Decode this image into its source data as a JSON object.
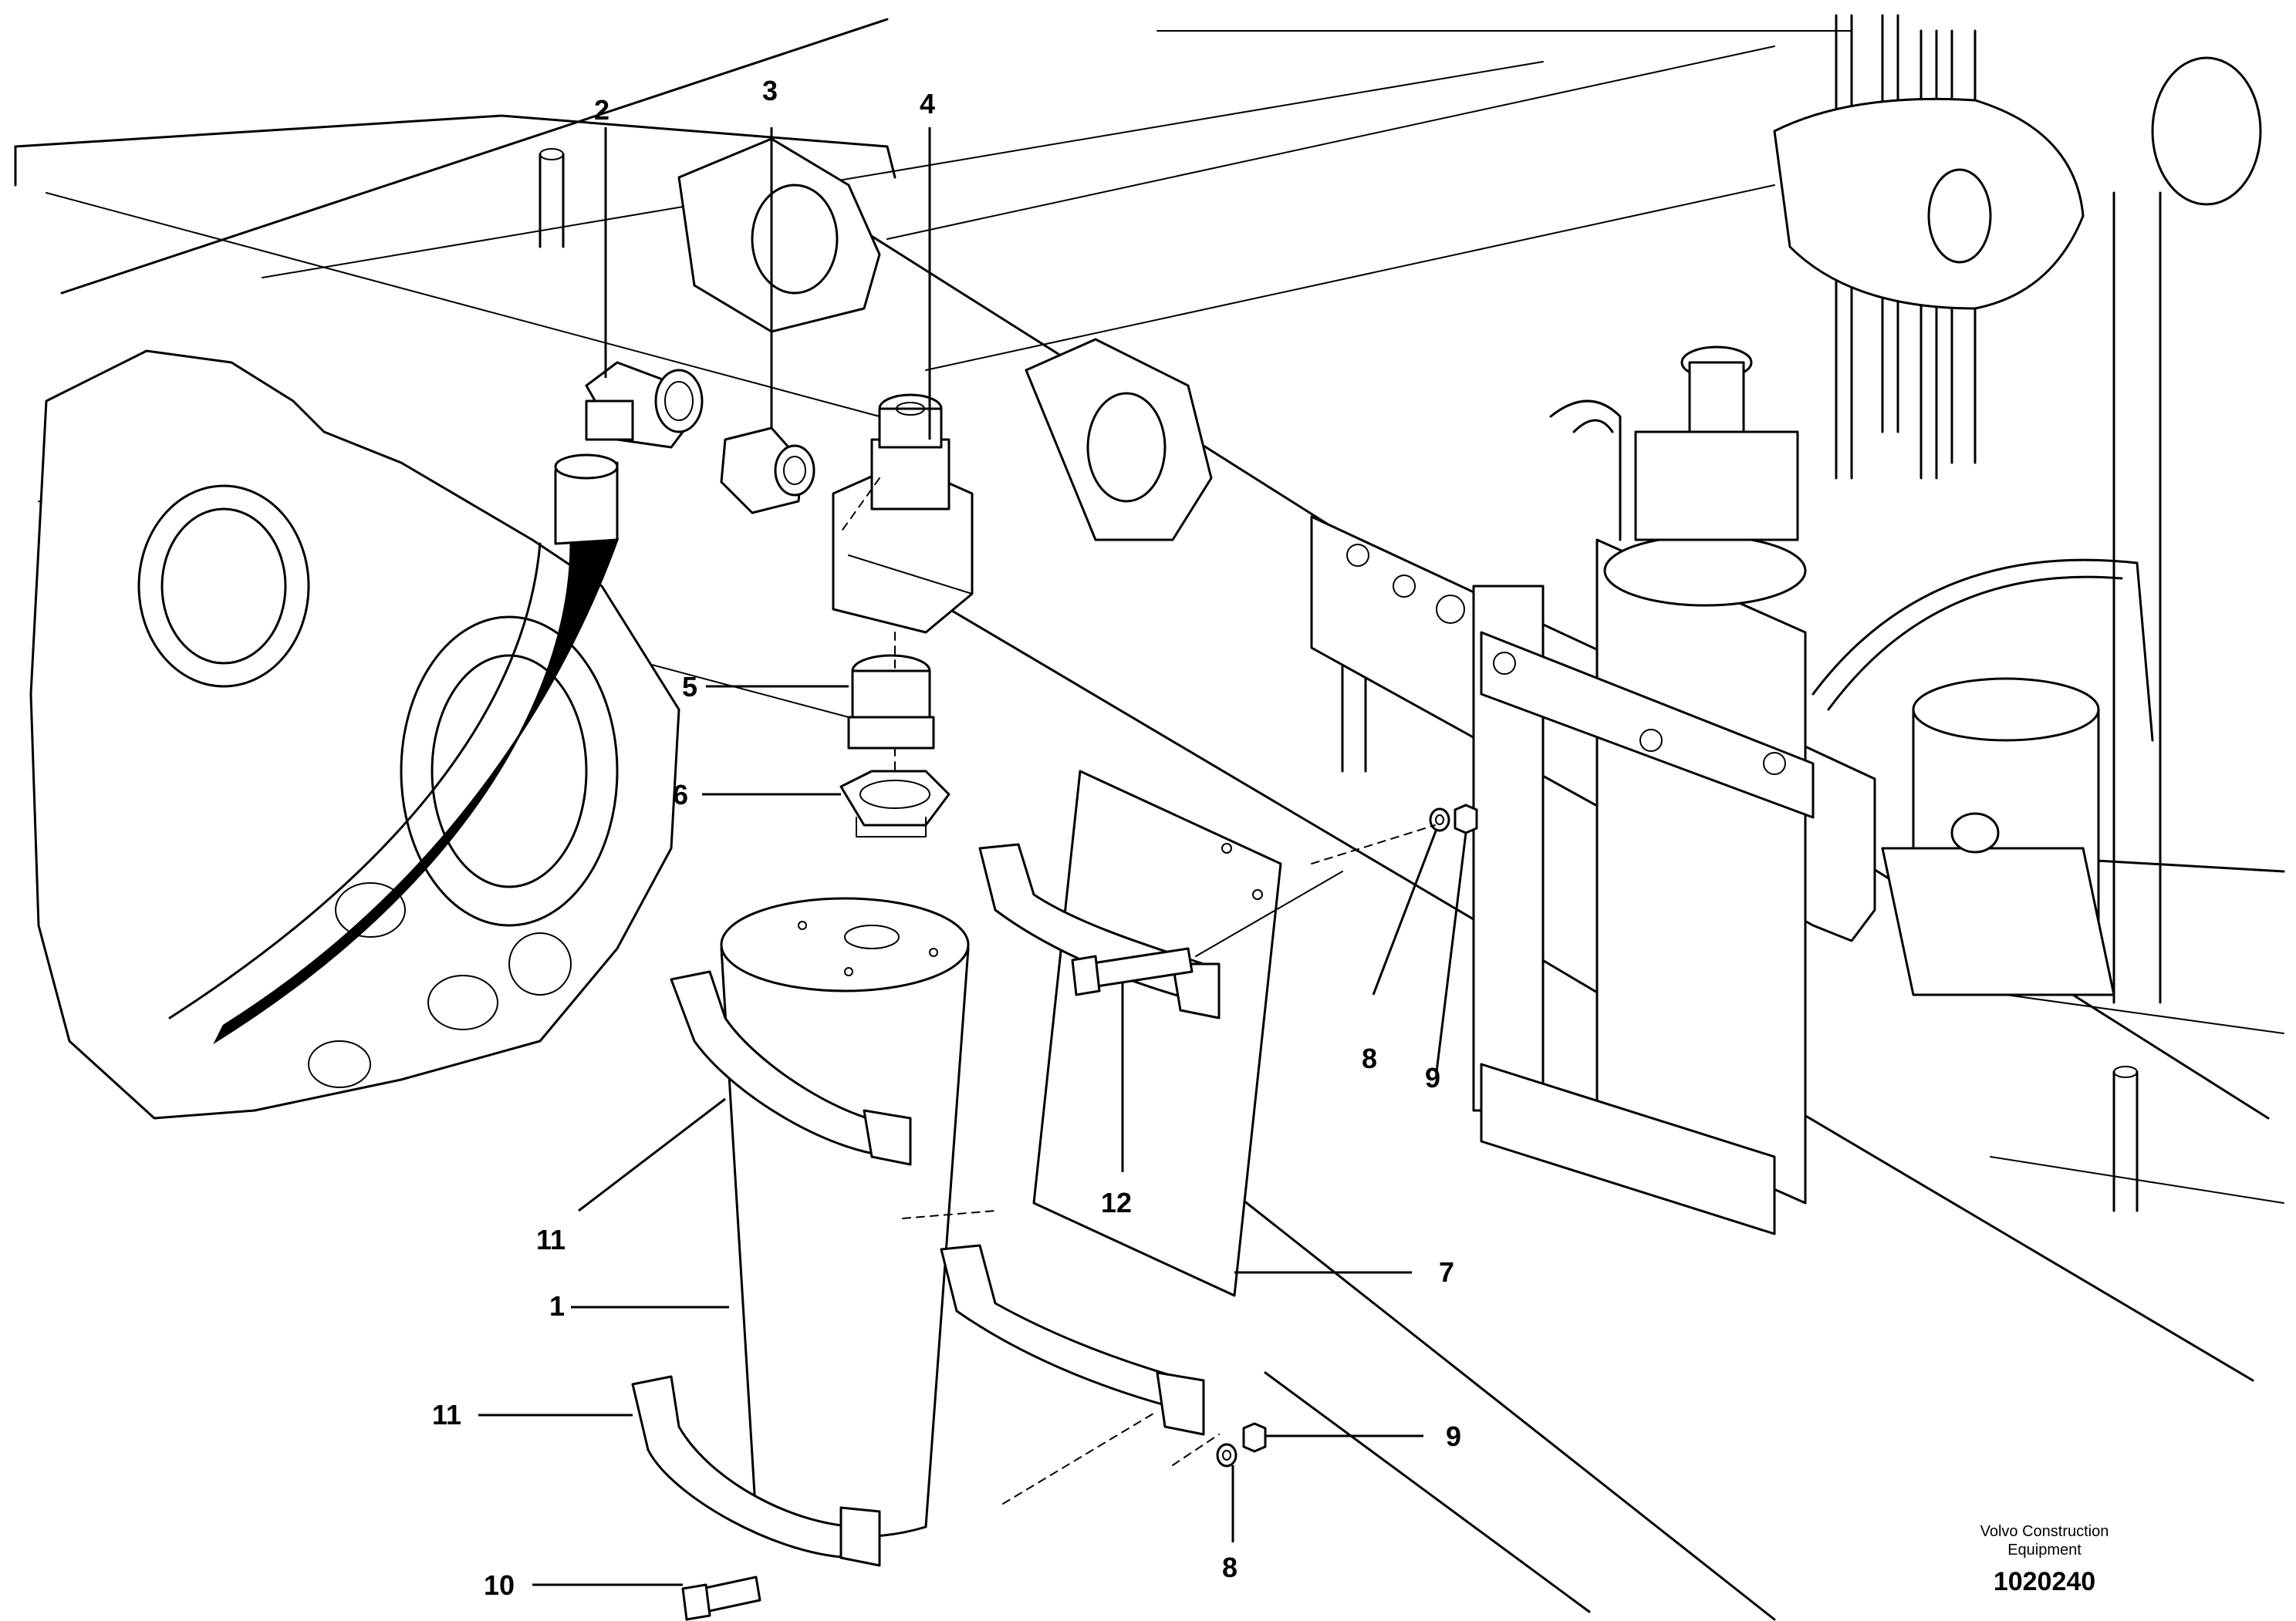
{
  "callouts": {
    "c1": "1",
    "c2": "2",
    "c3": "3",
    "c4": "4",
    "c5": "5",
    "c6": "6",
    "c7": "7",
    "c8a": "8",
    "c8b": "8",
    "c9a": "9",
    "c9b": "9",
    "c10": "10",
    "c11a": "11",
    "c11b": "11",
    "c12": "12"
  },
  "credit": {
    "line1": "Volvo Construction",
    "line2": "Equipment"
  },
  "document_number": "1020240"
}
